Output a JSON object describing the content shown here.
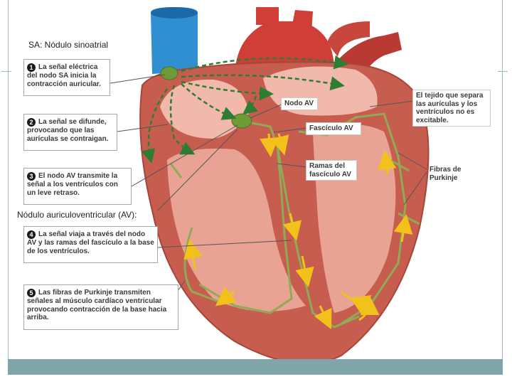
{
  "overlay": {
    "sa_label": "SA: Nódulo sinoatrial",
    "av_label": "Nódulo auriculoventricular (AV):"
  },
  "steps": [
    {
      "number": "1",
      "text": "La señal eléctrica del nodo SA inicia la contracción auricular."
    },
    {
      "number": "2",
      "text": "La señal se difunde, provocando que las aurículas se contraigan."
    },
    {
      "number": "3",
      "text": "El nodo AV transmite la señal a los ventrículos con un leve retraso."
    },
    {
      "number": "4",
      "text": "La señal viaja a través del nodo AV y las ramas del fascículo a la base de los ventrículos."
    },
    {
      "number": "5",
      "text": "Las fibras de Purkinje transmiten señales al músculo cardíaco ventricular provocando contracción de la base hacia arriba."
    }
  ],
  "labels": {
    "nodo_av": "Nodo AV",
    "fasciculo_av": "Fascículo AV",
    "ramas": "Ramas del fascículo AV",
    "tejido": "El tejido que separa las aurículas y los ventrículos no es excitable.",
    "purkinje": "Fibras de Purkinje"
  },
  "colors": {
    "frame": "#9fb8bd",
    "footer": "#7fa5aa",
    "muscle": "#c75d4f",
    "chamber": "#f1b9ab",
    "vessel_blue": "#2f8fd0",
    "vessel_red": "#cf3f37",
    "conduction": "#8fab55",
    "arrow_green": "#2e7d32",
    "impulse_yellow": "#f2c21a"
  }
}
